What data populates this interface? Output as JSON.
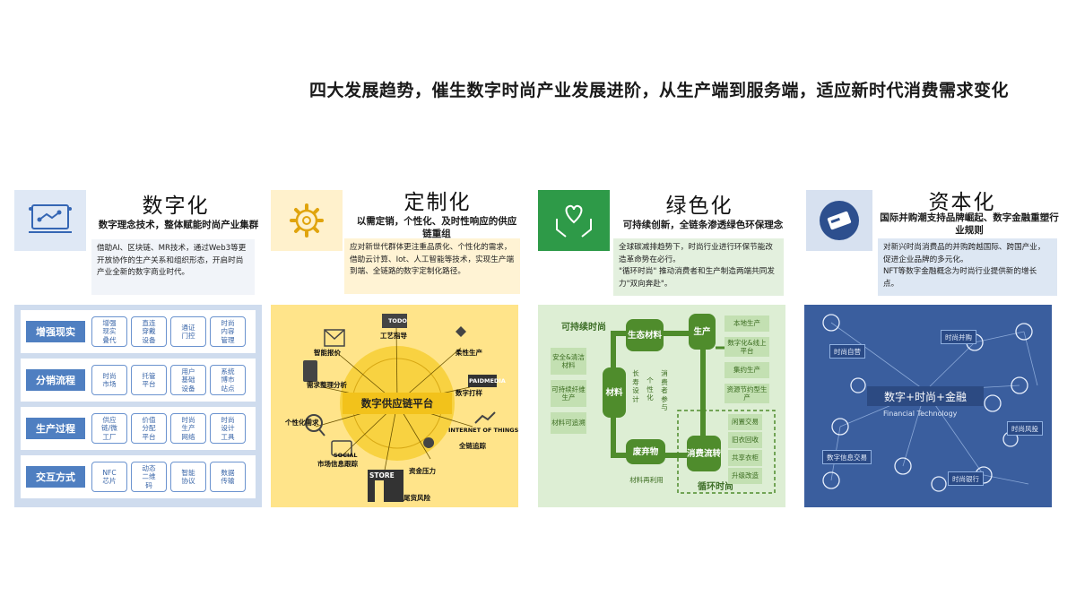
{
  "headline": "四大发展趋势，催生数字时尚产业发展进阶，从生产端到服务端，适应新时代消费需求变化",
  "columns": [
    {
      "title": "数字化",
      "subtitle": "数字理念技术，整体赋能时尚产业集群",
      "desc": "借助AI、区块链、MR技术，通过Web3等更开放协作的生产关系和组织形态，开启时尚产业全新的数字商业时代。",
      "icon": "handshake-icon",
      "rows": [
        {
          "label": "增强现实",
          "cells": [
            "增强现实叠代",
            "直连穿戴设备",
            "通证门控",
            "时尚内容管理"
          ]
        },
        {
          "label": "分销流程",
          "cells": [
            "时尚市场",
            "托管平台",
            "用户基础设备",
            "系统博市站点"
          ]
        },
        {
          "label": "生产过程",
          "cells": [
            "供应链/微工厂",
            "价值分配平台",
            "时尚生产网络",
            "时尚设计工具"
          ]
        },
        {
          "label": "交互方式",
          "cells": [
            "NFC芯片",
            "动态二维码",
            "智能协议",
            "数据传输"
          ]
        }
      ]
    },
    {
      "title": "定制化",
      "subtitle": "以需定销，个性化、及时性响应的供应链重组",
      "desc": "应对新世代群体更注重品质化、个性化的需求，借助云计算、Iot、人工智能等技术，实现生产端到端、全链路的数字定制化路径。",
      "icon": "gear-icon",
      "center": "数字供应链平台",
      "nodes": {
        "craft": "工艺指导",
        "smart_price": "智能报价",
        "flex_prod": "柔性生产",
        "demand": "需求整理分析",
        "digital_proof": "数字打样",
        "personal": "个性化需求",
        "trace": "全链追踪",
        "market": "市场信息跟踪",
        "fund": "资金压力",
        "stock": "尾货风险",
        "store_sign": "STORE",
        "media_text": "PAIDMEDIA",
        "iot_text": "INTERNET OF THINGS",
        "social_text": "SOCIAL",
        "sign_text": "TODO"
      }
    },
    {
      "title": "绿色化",
      "subtitle": "可持续创新，全链条渗透绿色环保理念",
      "desc": "全球碳减排趋势下，时尚行业进行环保节能改造革命势在必行。\n\"循环时尚\" 推动消费者和生产制造两端共同发力\"双向奔赴\"。",
      "icon": "heart-hands-icon",
      "label_top": "可持续时尚",
      "label_bottom": "循环时尚",
      "dark": {
        "eco": "生态材料",
        "prod": "生产",
        "material": "材料",
        "waste": "废弃物",
        "consume": "消费流转"
      },
      "left_items": [
        "安全&清洁材料",
        "可持续纤维生产",
        "材料可追溯"
      ],
      "right_items": [
        "本地生产",
        "数字化&线上平台",
        "集约生产",
        "资源节约型生产"
      ],
      "bottom_items": [
        "闲置交易",
        "旧衣回收",
        "共享衣柜",
        "升级改造"
      ],
      "recycle": "材料再利用",
      "vert1": "长寿设计",
      "vert2": "个性化",
      "vert3": "消费者参与"
    },
    {
      "title": "资本化",
      "subtitle": "国际并购潮支持品牌崛起、数字金融重塑行业规则",
      "desc": "对新兴时尚消费品的并购跨越国际、跨国产业，促进企业品牌的多元化。\nNFT等数字金融概念为时尚行业提供新的增长点。",
      "icon": "card-icon",
      "main": "数字+时尚+金融",
      "sub": "Financial Technology",
      "tags": [
        "时尚自营",
        "时尚并购",
        "时尚风投",
        "数字信息交易",
        "时尚银行"
      ]
    }
  ],
  "colors": {
    "blue": "#4f7fc1",
    "yellow": "#f2c21b",
    "green": "#4f8c2c",
    "navy": "#3a5e9e"
  }
}
